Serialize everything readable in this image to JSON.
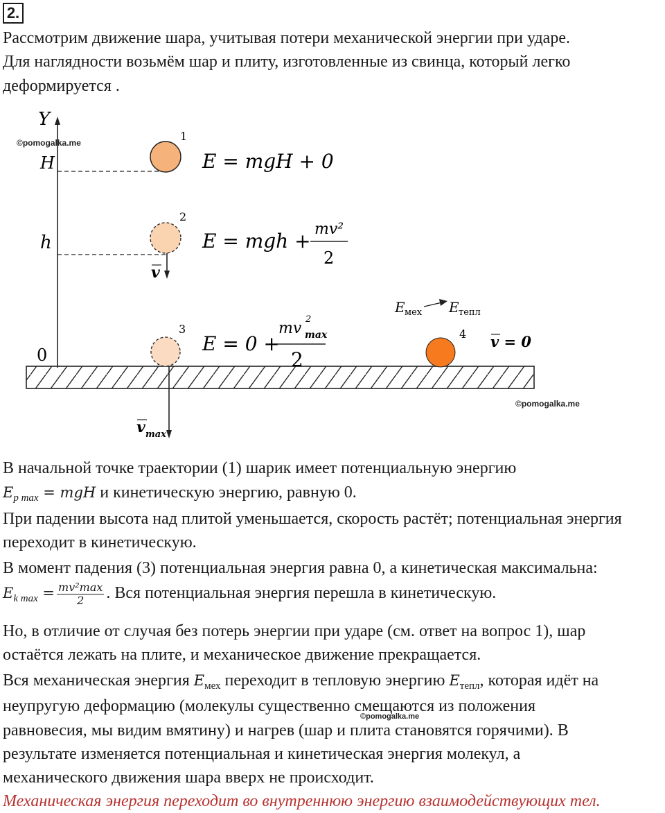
{
  "problem_number": "2.",
  "intro": {
    "line1": "Рассмотрим движение шара, учитывая потери механической энергии при ударе.",
    "line2": "Для наглядности возьмём шар и плиту, изготовленные из свинца, который легко",
    "line3": "деформируется ."
  },
  "diagram": {
    "axis_label": "Y",
    "level_H": "H",
    "level_h": "h",
    "level_0": "0",
    "ball1_num": "1",
    "ball2_num": "2",
    "ball3_num": "3",
    "ball4_num": "4",
    "eq1": "E  = mgH + 0",
    "eq2_left": "E  = mgh  +",
    "eq2_num": "mv²",
    "eq2_den": "2",
    "eq3_left": "E  = 0 +",
    "eq3_num": "mv",
    "eq3_num_sup": "2",
    "eq3_num_sub": "max",
    "eq3_den": "2",
    "v_label": "v",
    "vmax_label": "v",
    "vmax_sub": "max",
    "emech": "E",
    "emech_sub": "мех",
    "etepl": "E",
    "etepl_sub": "тепл",
    "v_zero": "v  = 0",
    "colors": {
      "ball1": "#f5b27a",
      "ball2": "#fad3b0",
      "ball3": "#fbdcc2",
      "ball4": "#f77a1e",
      "red_text": "#b8312f"
    }
  },
  "watermark": "©pomogalka.me",
  "body": {
    "p1_a": "В начальной точке траектории (1) шарик имеет потенциальную энергию",
    "p1_b_math": "E",
    "p1_b_sub": "p max",
    "p1_b_eq": " = mgH",
    "p1_b_rest": " и кинетическую энергию, равную 0.",
    "p2_a": "При падении высота над плитой уменьшается, скорость растёт; потенциальная энергия",
    "p2_b": "переходит в кинетическую.",
    "p3_a": "В момент падения (3) потенциальная энергия равна 0, а кинетическая максимальна:",
    "p3_b_math": "E",
    "p3_b_sub": "k max",
    "p3_b_eq": " =",
    "p3_b_num": "mv²max",
    "p3_b_den": "2",
    "p3_b_rest": ". Вся потенциальная энергия перешла в кинетическую.",
    "p4_a": "Но, в отличие от случая без потерь энергии при ударе (см. ответ на вопрос 1), шар",
    "p4_b": "остаётся лежать на плите, и механическое движение прекращается.",
    "p5_a1": "Вся механическая энергия ",
    "p5_e1": "E",
    "p5_e1_sub": "мех",
    "p5_a2": " переходит в тепловую энергию ",
    "p5_e2": "E",
    "p5_e2_sub": "тепл",
    "p5_a3": ", которая идёт на",
    "p5_b": "неупругую деформацию (молекулы существенно смещаются из положения",
    "p5_c": "равновесия, мы видим вмятину) и нагрев (шар и плита становятся горячими). В",
    "p5_d": "результате изменяется потенциальная и кинетическая энергия молекул, а",
    "p5_e": "механического движения шара вверх не происходит.",
    "conclusion": "Механическая энергия переходит во внутреннюю энергию взаимодействующих тел."
  }
}
